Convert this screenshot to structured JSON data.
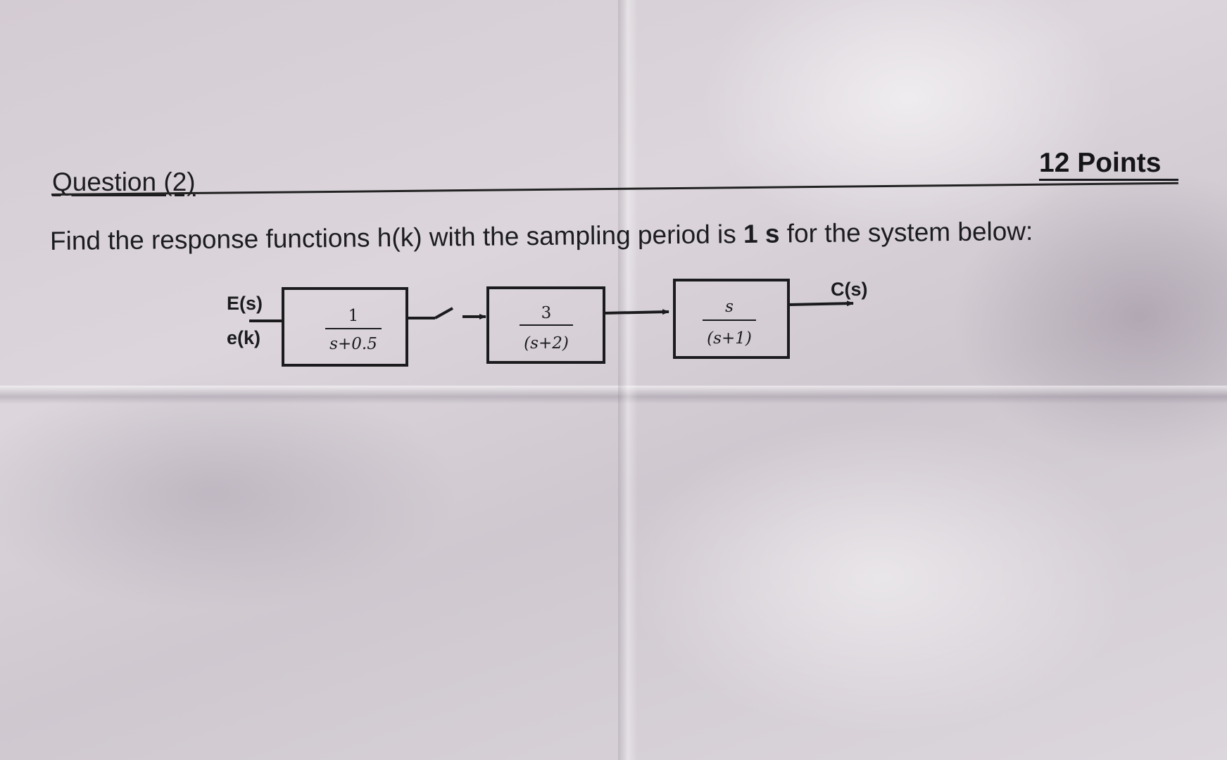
{
  "header": {
    "question_title": "Question (2)",
    "points": "12 Points"
  },
  "problem": {
    "text_before": "Find the response functions h(k) with the sampling period is ",
    "text_bold": "1 s",
    "text_after": " for the system below:"
  },
  "diagram": {
    "input_label_s": "E(s)",
    "input_label_k": "e(k)",
    "output_label": "C(s)",
    "blocks": [
      {
        "numerator": "1",
        "denominator": "s+0.5"
      },
      {
        "numerator": "3",
        "denominator": "(s+2)"
      },
      {
        "numerator": "s",
        "denominator": "(s+1)"
      }
    ]
  }
}
